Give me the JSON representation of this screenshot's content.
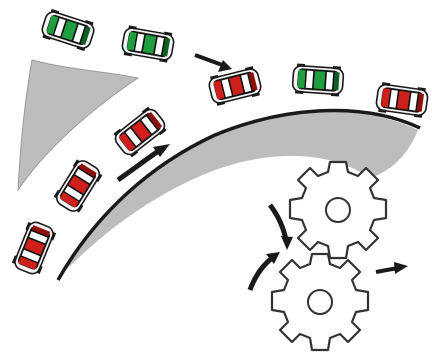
{
  "palette": {
    "background": "#ffffff",
    "lane_fill": "#bdbdbd",
    "lane_stroke": "#222222",
    "car_red": "#d0201c",
    "car_red_dark": "#8e0f0c",
    "car_green": "#1f9e3f",
    "car_green_dark": "#0f5e24",
    "car_white": "#f2f2f2",
    "arrow": "#1a1a1a",
    "gear_stroke": "#333333"
  },
  "icons": {
    "cars": [
      "car-green-icon",
      "car-red-icon"
    ],
    "gears": [
      "gear-icon"
    ],
    "arrows": [
      "arrow-icon"
    ]
  },
  "cars": [
    {
      "id": "car-1",
      "color": "green"
    },
    {
      "id": "car-2",
      "color": "green"
    },
    {
      "id": "car-3",
      "color": "red"
    },
    {
      "id": "car-4",
      "color": "green"
    },
    {
      "id": "car-5",
      "color": "red"
    },
    {
      "id": "car-6",
      "color": "red"
    },
    {
      "id": "car-7",
      "color": "red"
    },
    {
      "id": "car-8",
      "color": "red"
    }
  ]
}
